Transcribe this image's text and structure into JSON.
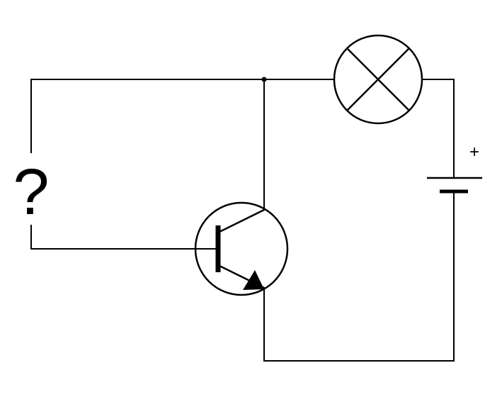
{
  "diagram": {
    "unknown_component_label": "?",
    "battery_polarity_label": "+"
  },
  "colors": {
    "line": "#000000",
    "background": "#ffffff"
  },
  "components": {
    "unknown": "unknown-component",
    "lamp": "lamp",
    "battery": "battery",
    "transistor": "npn-transistor"
  }
}
